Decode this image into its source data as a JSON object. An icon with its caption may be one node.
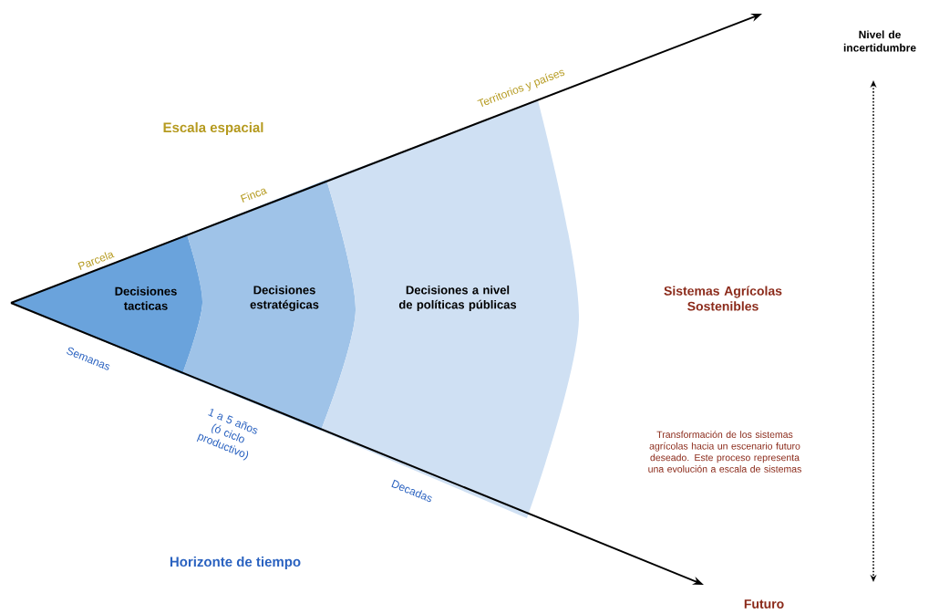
{
  "diagram": {
    "nodes": [
      {
        "text": [
          "Decisiones tacticas"
        ]
      },
      {
        "text": [
          "Decisiones estratégicas"
        ]
      },
      {
        "text": [
          "Decisiones a nivel de políticas públicas"
        ]
      }
    ],
    "labels": [
      "Nivel de incertidumbre",
      "Territorios y países",
      "Escala espacial",
      "Finca",
      "Parcela",
      "Sistemas Agrícolas Sostenibles",
      "Semanas",
      "1 a 5 años (ó ciclo productivo)",
      "Transformación de los sistemas agrícolas hacia un escenario futuro deseado. Este proceso representa una evolución a escala de sistemas",
      "Decadas",
      "Horizonte de tiempo",
      "Futuro"
    ]
  }
}
